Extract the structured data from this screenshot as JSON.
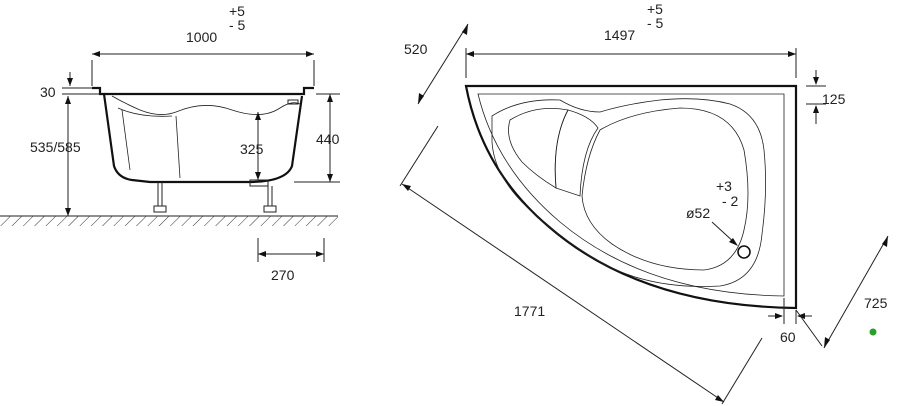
{
  "side_view": {
    "length": "1000",
    "length_tol_plus": "+5",
    "length_tol_minus": "- 5",
    "rim": "30",
    "height_total": "535/585",
    "inner_depth": "325",
    "height_tub": "440",
    "leg_offset": "270"
  },
  "top_view": {
    "width_top": "1497",
    "width_tol_plus": "+5",
    "width_tol_minus": "- 5",
    "angled_left": "520",
    "rim_right": "125",
    "drain_tol_plus": "+3",
    "drain_tol_minus": "- 2",
    "drain_diameter": "ø52",
    "diagonal": "1771",
    "bottom_rim": "60",
    "angled_right": "725"
  },
  "colors": {
    "line": "#222222",
    "marker": "#2aa02a"
  }
}
